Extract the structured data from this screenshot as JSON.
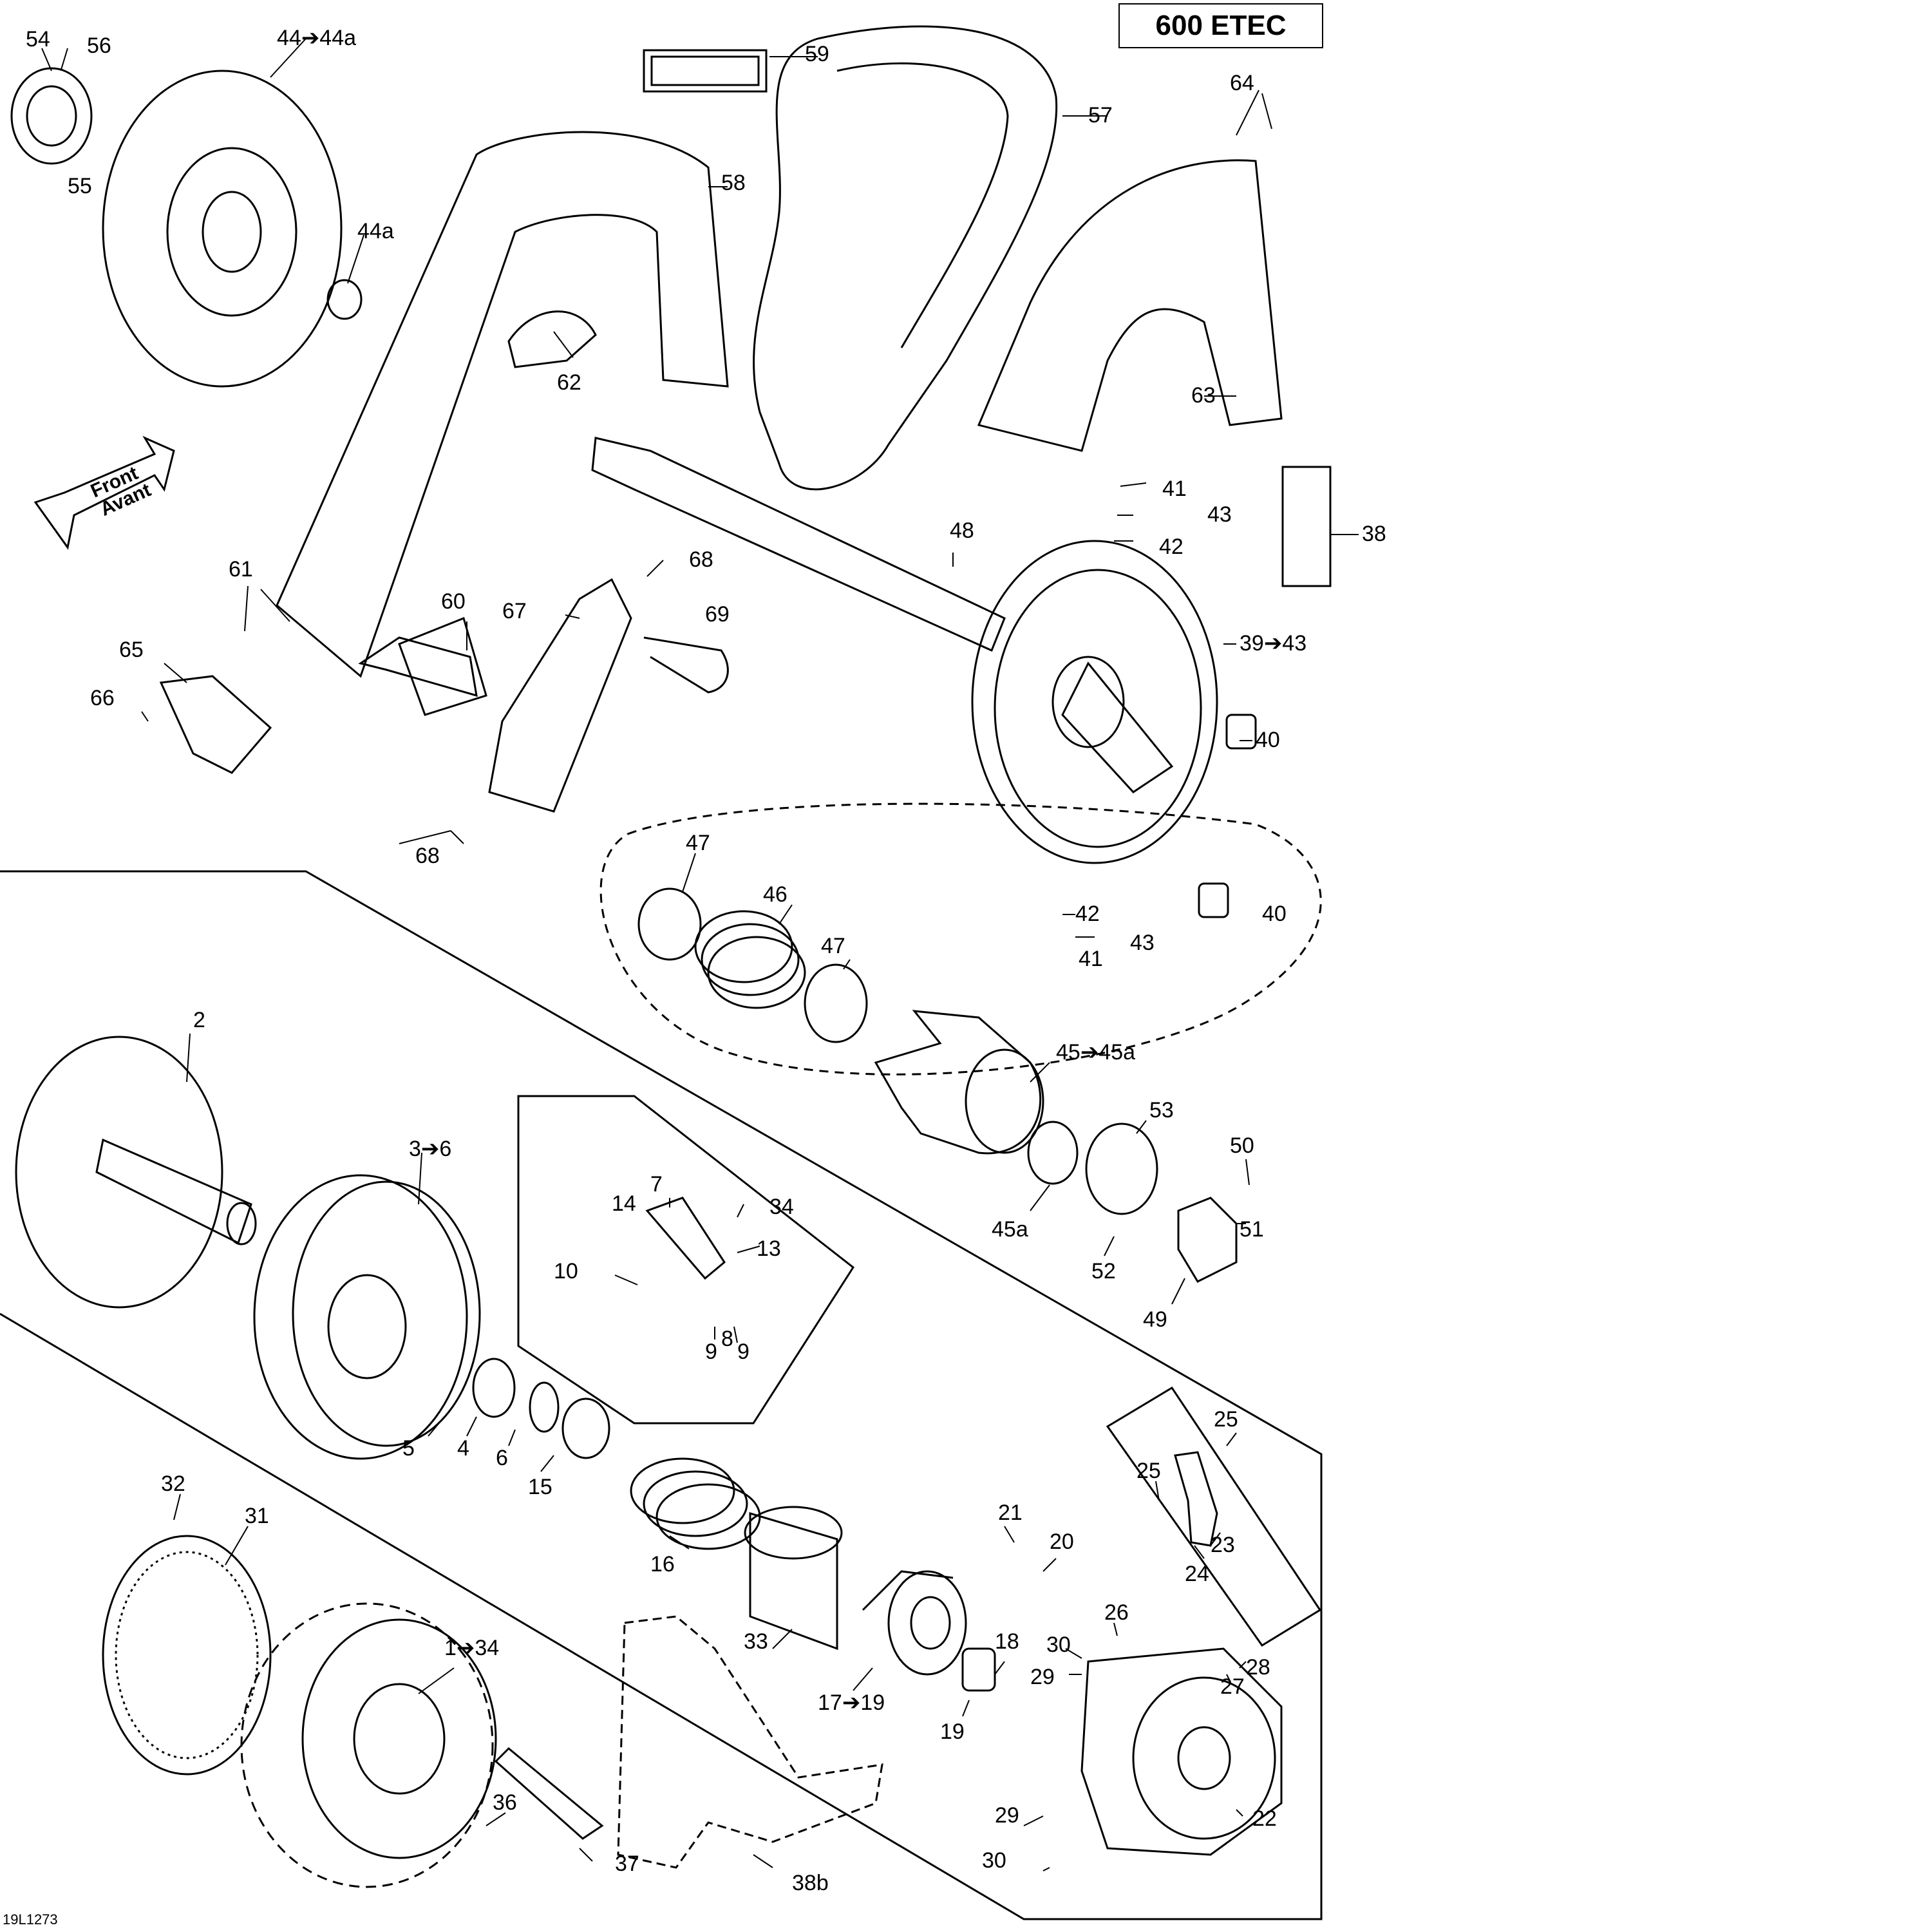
{
  "header": {
    "model": "600 ETEC"
  },
  "footer": {
    "drawing_id": "19L1273"
  },
  "direction_arrow": {
    "line1": "Front",
    "line2": "Avant"
  },
  "callouts": [
    {
      "text": "54"
    },
    {
      "text": "56"
    },
    {
      "text": "44➔44a"
    },
    {
      "text": "55"
    },
    {
      "text": "59"
    },
    {
      "text": "57"
    },
    {
      "text": "64"
    },
    {
      "text": "58"
    },
    {
      "text": "44a"
    },
    {
      "text": "62"
    },
    {
      "text": "63"
    },
    {
      "text": "38"
    },
    {
      "text": "41"
    },
    {
      "text": "43"
    },
    {
      "text": "42"
    },
    {
      "text": "48"
    },
    {
      "text": "61"
    },
    {
      "text": "68"
    },
    {
      "text": "60"
    },
    {
      "text": "67"
    },
    {
      "text": "69"
    },
    {
      "text": "39➔43"
    },
    {
      "text": "65"
    },
    {
      "text": "66"
    },
    {
      "text": "40"
    },
    {
      "text": "68"
    },
    {
      "text": "47"
    },
    {
      "text": "46"
    },
    {
      "text": "42"
    },
    {
      "text": "40"
    },
    {
      "text": "43"
    },
    {
      "text": "41"
    },
    {
      "text": "47"
    },
    {
      "text": "2"
    },
    {
      "text": "45➔45a"
    },
    {
      "text": "53"
    },
    {
      "text": "3➔6"
    },
    {
      "text": "7"
    },
    {
      "text": "14"
    },
    {
      "text": "34"
    },
    {
      "text": "50"
    },
    {
      "text": "13"
    },
    {
      "text": "45a"
    },
    {
      "text": "51"
    },
    {
      "text": "10"
    },
    {
      "text": "52"
    },
    {
      "text": "49"
    },
    {
      "text": "9"
    },
    {
      "text": "9"
    },
    {
      "text": "8"
    },
    {
      "text": "5"
    },
    {
      "text": "4"
    },
    {
      "text": "6"
    },
    {
      "text": "15"
    },
    {
      "text": "25"
    },
    {
      "text": "32"
    },
    {
      "text": "25"
    },
    {
      "text": "31"
    },
    {
      "text": "21"
    },
    {
      "text": "23"
    },
    {
      "text": "20"
    },
    {
      "text": "16"
    },
    {
      "text": "24"
    },
    {
      "text": "1➔34"
    },
    {
      "text": "33"
    },
    {
      "text": "18"
    },
    {
      "text": "26"
    },
    {
      "text": "28"
    },
    {
      "text": "30"
    },
    {
      "text": "27"
    },
    {
      "text": "29"
    },
    {
      "text": "17➔19"
    },
    {
      "text": "19"
    },
    {
      "text": "36"
    },
    {
      "text": "29"
    },
    {
      "text": "30"
    },
    {
      "text": "22"
    },
    {
      "text": "37"
    },
    {
      "text": "38b"
    }
  ]
}
